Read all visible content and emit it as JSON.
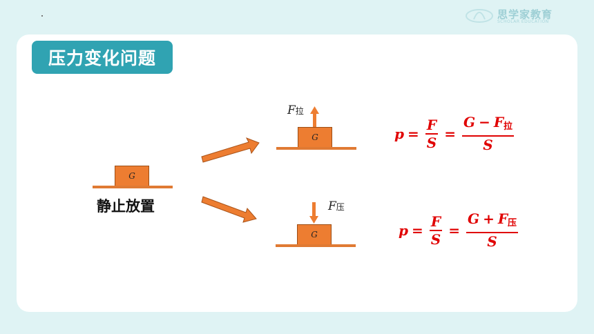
{
  "title": "压力变化问题",
  "logo": {
    "name": "logo-icon",
    "text": "思学家教育",
    "subtext": "SCHOLAR EDUCATION"
  },
  "rest_label": "静止放置",
  "block_label": "G",
  "pull_force": {
    "main": "F",
    "sub": "拉"
  },
  "press_force": {
    "main": "F",
    "sub": "压"
  },
  "formula_pull": {
    "lhs": "p",
    "num1": "F",
    "den1": "S",
    "num2_a": "G",
    "num2_op": "−",
    "num2_b": "F",
    "num2_sub": "拉",
    "den2": "S"
  },
  "formula_press": {
    "lhs": "p",
    "num1": "F",
    "den1": "S",
    "num2_a": "G",
    "num2_op": "+",
    "num2_b": "F",
    "num2_sub": "压",
    "den2": "S"
  },
  "colors": {
    "accent": "#30a3b2",
    "block": "#ed7d31",
    "formula": "#e00000",
    "background": "#dff3f4"
  }
}
